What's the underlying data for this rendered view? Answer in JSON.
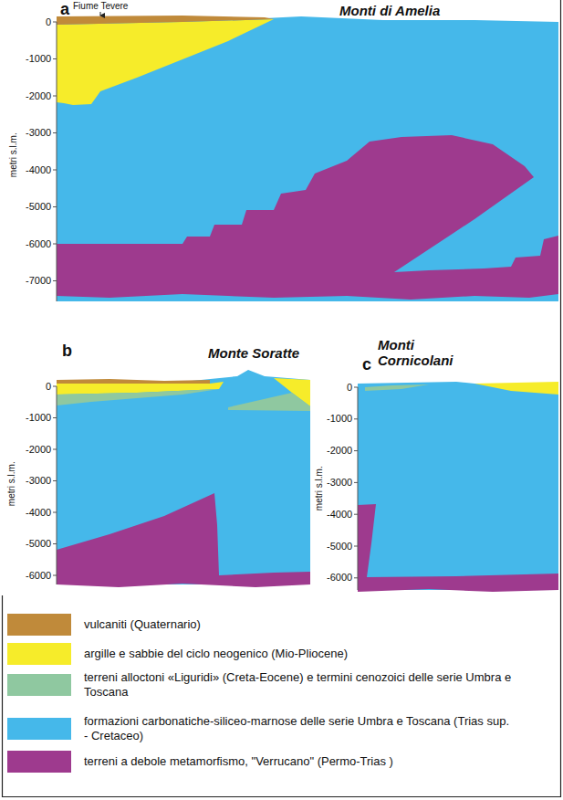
{
  "diagram": {
    "labels": [
      "a",
      "Fiume Tevere",
      "Monti di Amelia",
      "0",
      "-1000",
      "-2000",
      "-3000",
      "-4000",
      "-5000",
      "-6000",
      "-7000",
      "metri s.l.m.",
      "b",
      "Monte Soratte",
      "0",
      "-1000",
      "-2000",
      "-3000",
      "-4000",
      "-5000",
      "-6000",
      "metri s.l.m.",
      "c",
      "Monti Cornicolani",
      "0",
      "-1000",
      "-2000",
      "-3000",
      "-4000",
      "-5000",
      "-6000",
      "metri s.l.m."
    ],
    "legend": [
      {
        "text": "vulcaniti (Quaternario)",
        "color": "#c08a3a"
      },
      {
        "text": "argille e sabbie del ciclo neogenico (Mio-Pliocene)",
        "color": "#f6ec2a"
      },
      {
        "text": "terreni alloctoni «Liguridi» (Creta-Eocene) e termini cenozoici delle serie Umbra e Toscana",
        "color": "#8fc8a0"
      },
      {
        "text": "formazioni carbonatiche-siliceo-marnose delle serie Umbra e Toscana (Trias sup. - Cretaceo)",
        "color": "#45b8ea"
      },
      {
        "text": "terreni a debole metamorfismo, \"Verrucano\" (Permo-Trias )",
        "color": "#9e3a8e"
      }
    ]
  }
}
